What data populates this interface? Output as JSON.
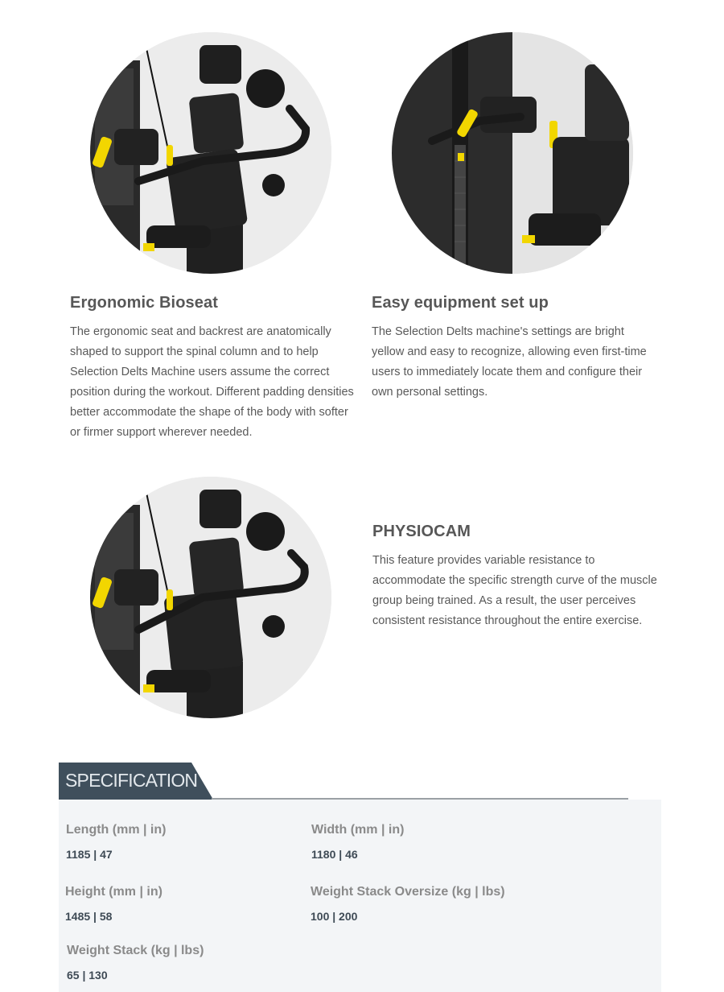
{
  "features": [
    {
      "title": "Ergonomic Bioseat",
      "text": "The ergonomic seat and backrest are anatomically shaped to support the spinal column and to help Selection Delts Machine users assume the correct position during the workout. Different padding densities better accommodate the shape of the body with softer or firmer support wherever needed."
    },
    {
      "title": "Easy equipment set up",
      "text": "The Selection Delts machine's settings are bright yellow and easy to recognize, allowing even first-time users to immediately locate them and configure their own personal settings."
    },
    {
      "title": "PHYSIOCAM",
      "text": "This feature provides variable resistance to accommodate the specific strength curve of the muscle group being trained. As a result, the user perceives consistent resistance throughout the entire exercise."
    }
  ],
  "specification": {
    "heading": "SPECIFICATION",
    "items": [
      {
        "label": "Length (mm | in)",
        "value": "1185 | 47"
      },
      {
        "label": "Width (mm | in)",
        "value": "1180 | 46"
      },
      {
        "label": "Height (mm | in)",
        "value": "1485 | 58"
      },
      {
        "label": "Weight Stack Oversize (kg | lbs)",
        "value": "100 | 200"
      },
      {
        "label": "Weight Stack (kg | lbs)",
        "value": "65 | 130"
      }
    ]
  },
  "colors": {
    "accent_yellow": "#f2d600",
    "machine_black": "#1e1e1e",
    "spec_tab": "#3f4f5c",
    "spec_panel": "#f3f5f7"
  }
}
